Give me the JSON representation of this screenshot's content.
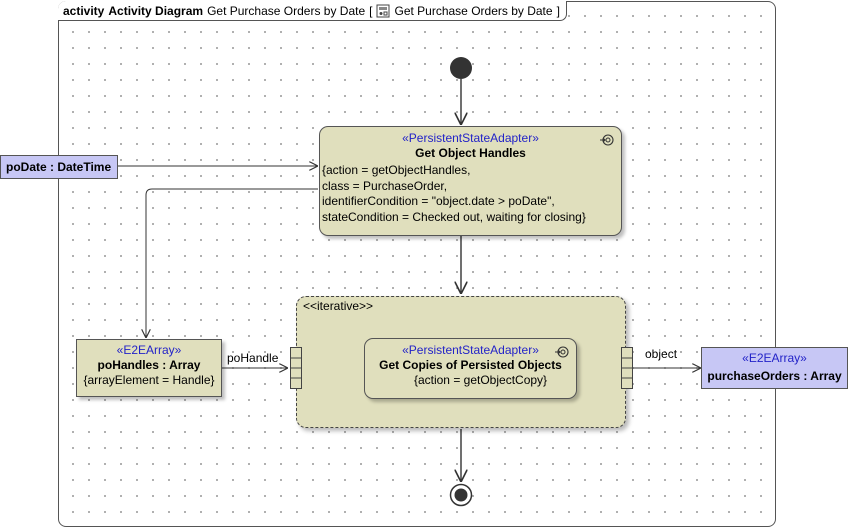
{
  "frame": {
    "kind": "activity",
    "diagram_type": "Activity Diagram",
    "name": "Get Purchase Orders by Date",
    "bracket_open": "[",
    "bracket_name": "Get Purchase Orders by Date",
    "bracket_close": "]"
  },
  "params": {
    "po_date": "poDate : DateTime",
    "purchase_orders": {
      "stereotype": "«E2EArray»",
      "name": "purchaseOrders : Array"
    }
  },
  "actions": {
    "get_handles": {
      "stereotype": "«PersistentStateAdapter»",
      "name": "Get Object Handles",
      "lines": [
        "{action = getObjectHandles,",
        "class = PurchaseOrder,",
        "identifierCondition = \"object.date > poDate\",",
        "stateCondition = Checked out, waiting for closing}"
      ]
    },
    "get_copies": {
      "stereotype": "«PersistentStateAdapter»",
      "name": "Get Copies of Persisted Objects",
      "line": "{action = getObjectCopy}"
    }
  },
  "object_node": {
    "stereotype": "«E2EArray»",
    "name": "poHandles : Array",
    "tag": "{arrayElement = Handle}"
  },
  "region": {
    "label": "<<iterative>>"
  },
  "edges": {
    "po_handle": "poHandle",
    "object": "object"
  },
  "icons": {
    "tab": "diagram-icon",
    "subactivity": "subactivity-icon"
  },
  "colors": {
    "action_fill": "#e0dfbd",
    "param_fill": "#c7c7f5",
    "stereotype_text": "#2323c8"
  }
}
